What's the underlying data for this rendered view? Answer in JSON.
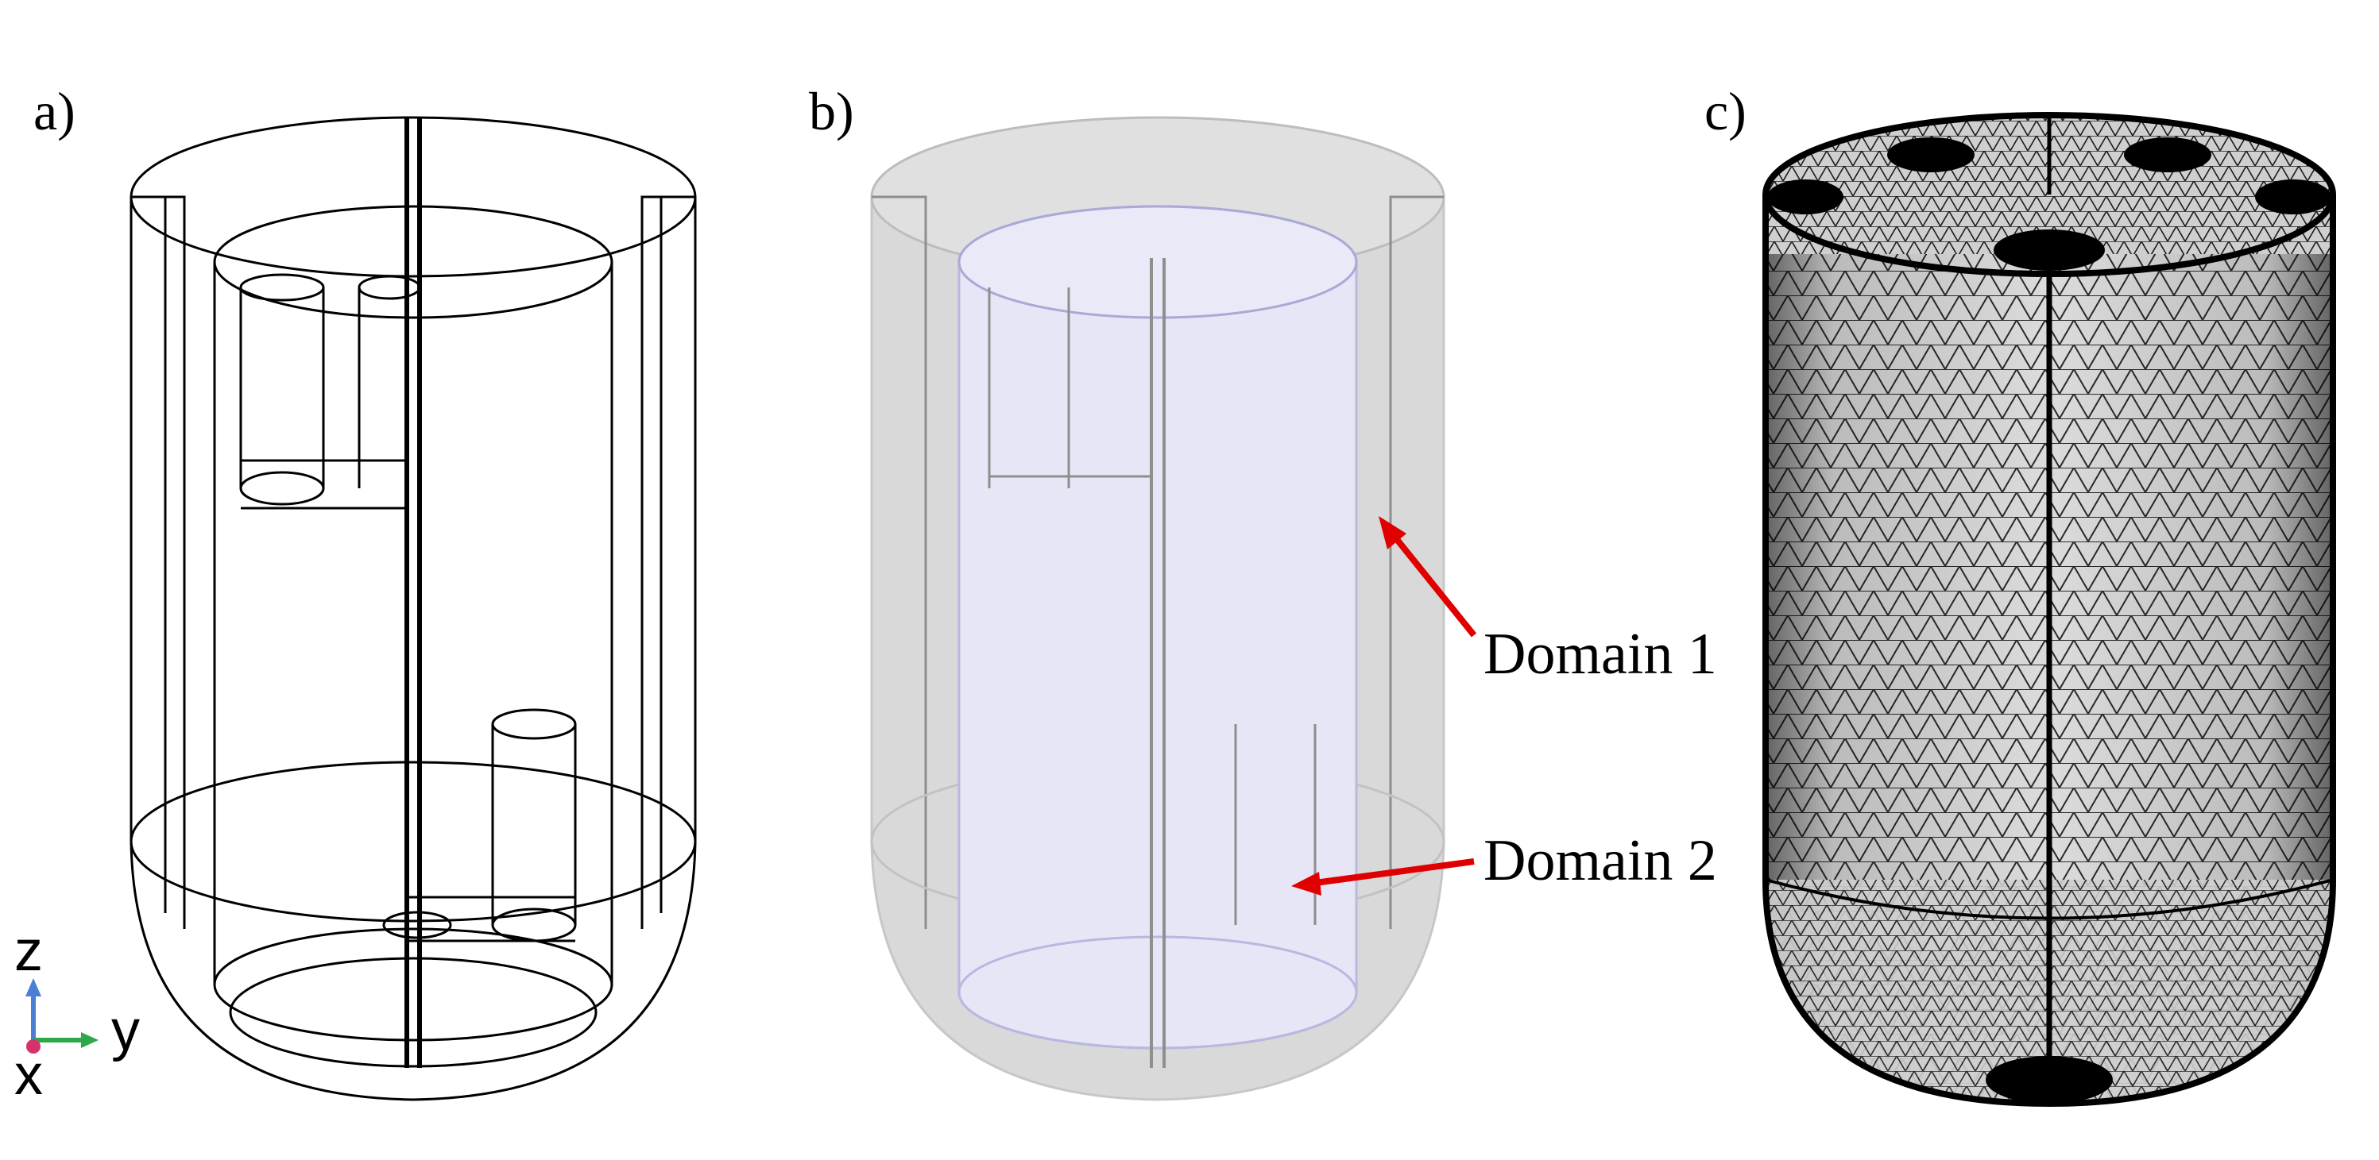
{
  "panels": {
    "a": {
      "label": "a)"
    },
    "b": {
      "label": "b)"
    },
    "c": {
      "label": "c)"
    }
  },
  "annotations": {
    "domain1": "Domain 1",
    "domain2": "Domain 2"
  },
  "axes_triad": {
    "z": "z",
    "y": "y",
    "x": "x"
  },
  "colors": {
    "arrow": "#e00000",
    "shell_gray": "#d9d9d9",
    "inner_lavender": "#e6e6f7",
    "axis_z": "#4a7fd4",
    "axis_y": "#2ea84a",
    "axis_x": "#d6336c"
  }
}
